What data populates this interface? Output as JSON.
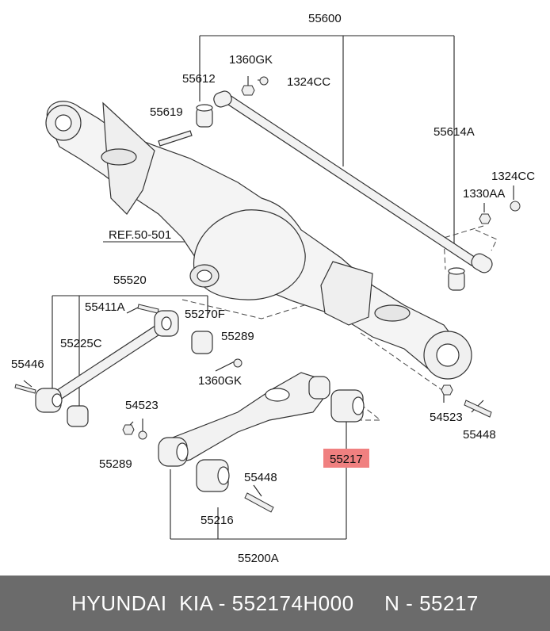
{
  "labels": {
    "l55600": "55600",
    "l55612": "55612",
    "l1360GK_top": "1360GK",
    "l1324CC_top": "1324CC",
    "l55619": "55619",
    "l55614A": "55614A",
    "l1324CC_right": "1324CC",
    "l1330AA": "1330AA",
    "lREF": "REF.50-501",
    "l55520": "55520",
    "l55411A": "55411A",
    "l55270F": "55270F",
    "l55225C": "55225C",
    "l55289_top": "55289",
    "l55446": "55446",
    "l1360GK_mid": "1360GK",
    "l54523_left": "54523",
    "l54523_right": "54523",
    "l55448_right": "55448",
    "l55289_left": "55289",
    "l55217": "55217",
    "l55448_mid": "55448",
    "l55216": "55216",
    "l55200A": "55200A"
  },
  "highlight_color": "#f08080",
  "footer": {
    "text": "HYUNDAI  KIA - 552174H000     N - 55217"
  }
}
